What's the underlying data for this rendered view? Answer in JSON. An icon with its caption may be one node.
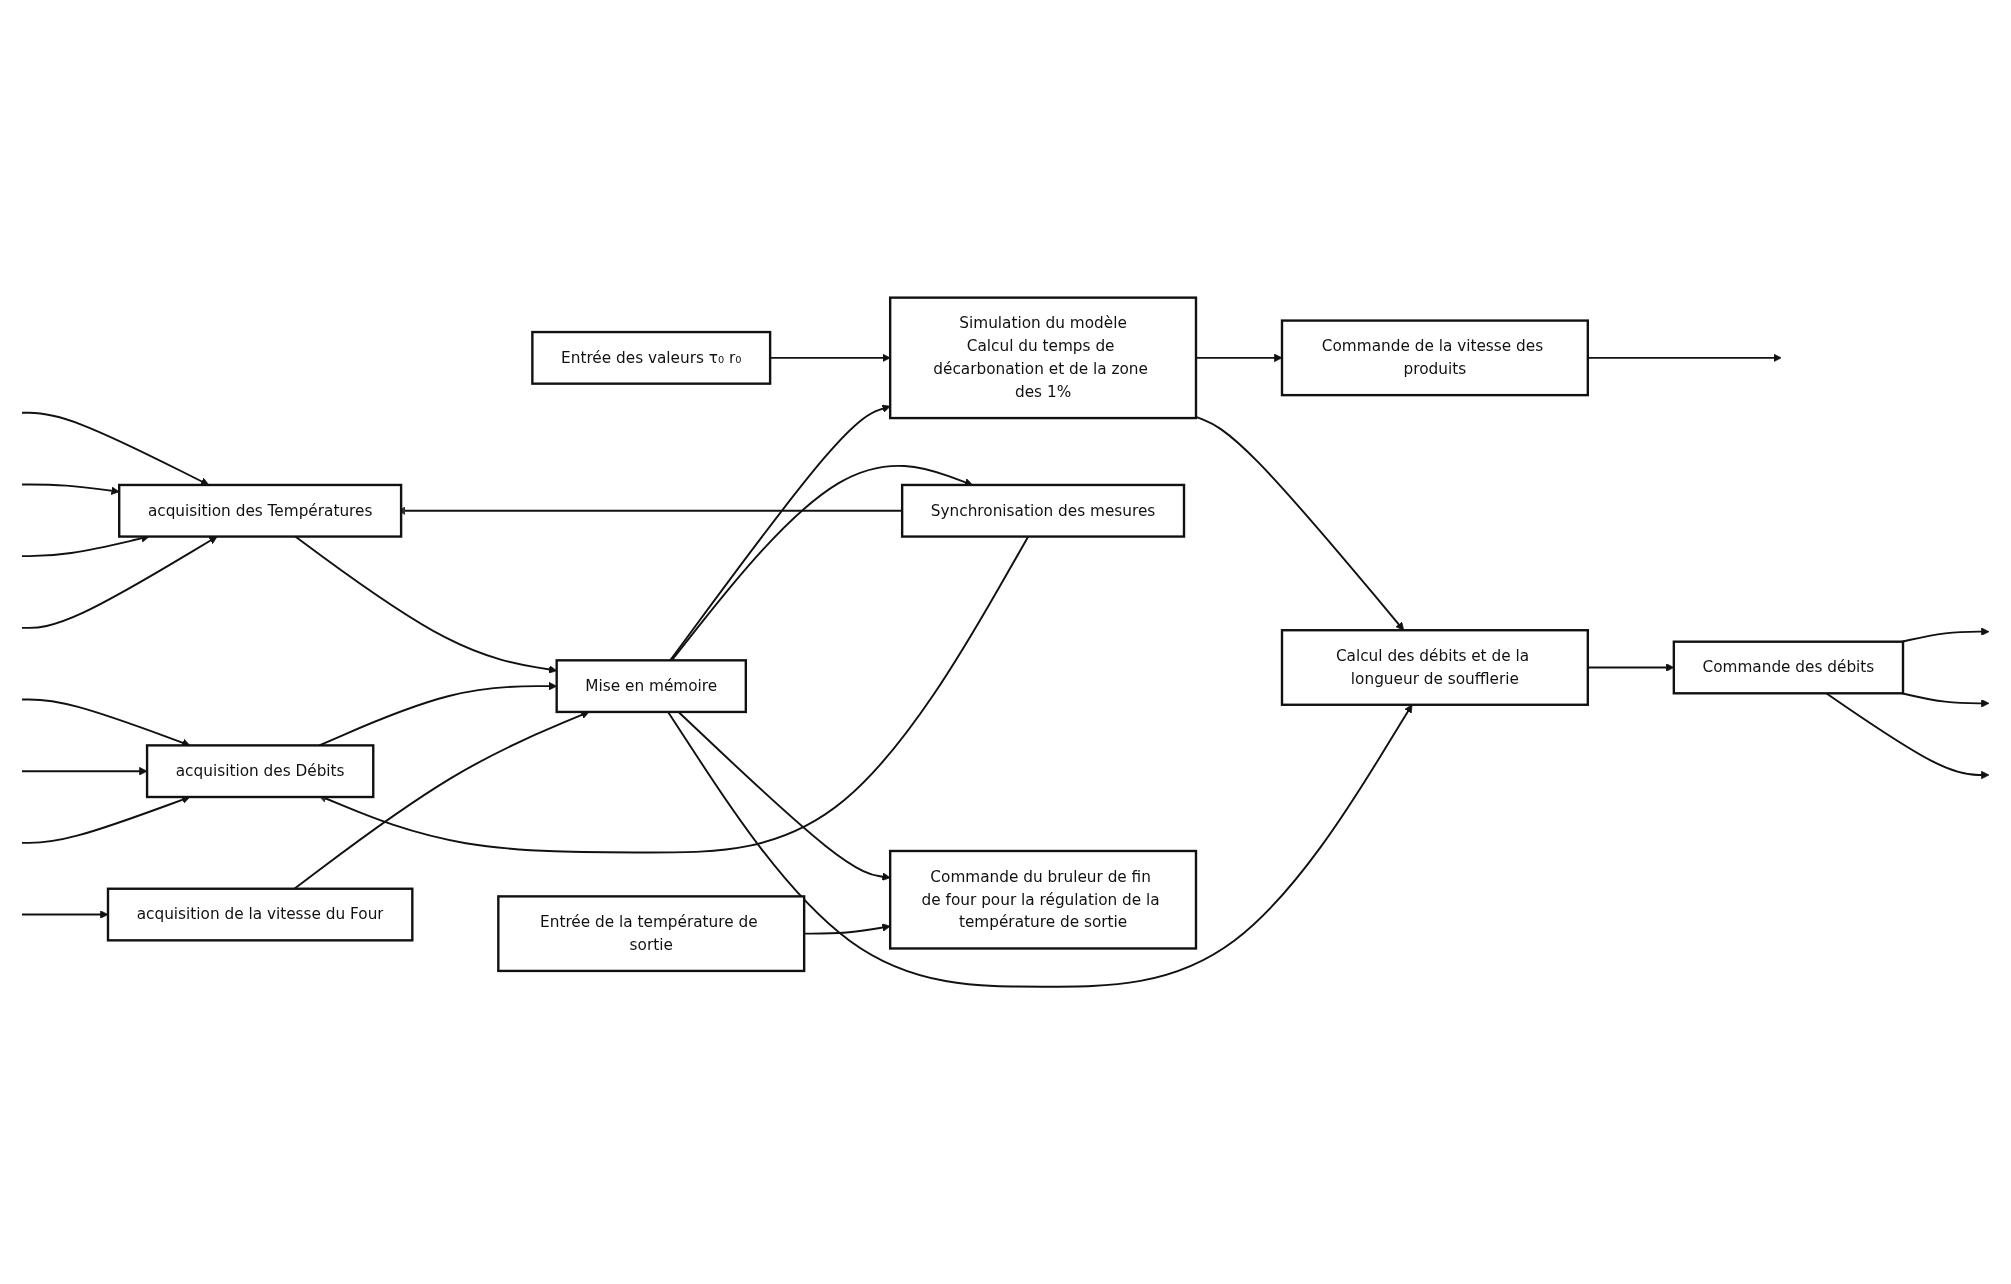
{
  "diagram": {
    "nodes": [
      {
        "text": [
          "acquisition des Températures"
        ]
      },
      {
        "text": [
          "Entrée des valeurs τ₀ r₀"
        ]
      },
      {
        "text": [
          "Simulation du modèle",
          "Calcul du temps de décarbonation et de la zone des 1%"
        ]
      },
      {
        "text": [
          "Commande de la vitesse des produits"
        ]
      },
      {
        "text": [
          "acquisition des Débits"
        ]
      },
      {
        "text": [
          "Mise en mémoire"
        ]
      },
      {
        "text": [
          "Calcul des débits et de la longueur de soufflerie"
        ]
      },
      {
        "text": [
          "Commande des débits"
        ]
      },
      {
        "text": [
          "acquisition de la vitesse du Four"
        ]
      },
      {
        "text": [
          "Synchronisation des mesures"
        ]
      },
      {
        "text": [
          "Commande du bruleur de fin de four pour la régulation de la température de sortie"
        ]
      },
      {
        "text": [
          "Entrée de la température de sortie"
        ]
      }
    ],
    "edges": [
      {
        "from": null,
        "to": 0,
        "arrow": "to"
      },
      {
        "from": null,
        "to": 0,
        "arrow": "to"
      },
      {
        "from": null,
        "to": 0,
        "arrow": "to"
      },
      {
        "from": null,
        "to": 0,
        "arrow": "to"
      },
      {
        "from": null,
        "to": 4,
        "arrow": "to"
      },
      {
        "from": null,
        "to": 4,
        "arrow": "to"
      },
      {
        "from": null,
        "to": 4,
        "arrow": "to"
      },
      {
        "from": null,
        "to": 8,
        "arrow": "to"
      },
      {
        "from": 0,
        "to": 5,
        "arrow": "to"
      },
      {
        "from": 4,
        "to": 5,
        "arrow": "to"
      },
      {
        "from": 8,
        "to": 5,
        "arrow": "to"
      },
      {
        "from": 1,
        "to": 2,
        "arrow": "to"
      },
      {
        "from": 5,
        "to": 2,
        "arrow": "to"
      },
      {
        "from": 2,
        "to": 3,
        "arrow": "to"
      },
      {
        "from": 2,
        "to": 6,
        "arrow": "to"
      },
      {
        "from": 5,
        "to": 6,
        "arrow": "to"
      },
      {
        "from": 6,
        "to": 7,
        "arrow": "to"
      },
      {
        "from": 5,
        "to": 9,
        "arrow": "to"
      },
      {
        "from": 9,
        "to": 0,
        "arrow": "to"
      },
      {
        "from": 9,
        "to": 4,
        "arrow": "to"
      },
      {
        "from": 5,
        "to": 10,
        "arrow": "to"
      },
      {
        "from": 11,
        "to": 10,
        "arrow": "to"
      },
      {
        "from": 3,
        "to": null,
        "arrow": "to"
      },
      {
        "from": 7,
        "to": null,
        "arrow": "to"
      },
      {
        "from": 7,
        "to": null,
        "arrow": "to"
      },
      {
        "from": 7,
        "to": null,
        "arrow": "to"
      }
    ]
  }
}
